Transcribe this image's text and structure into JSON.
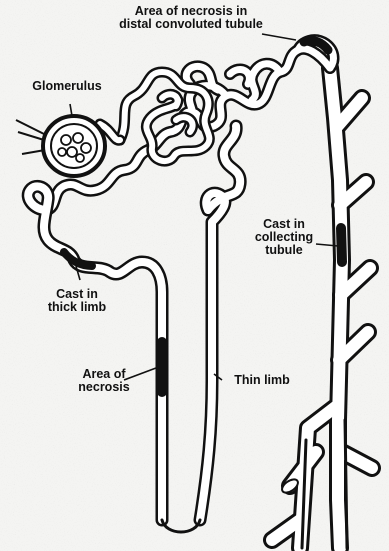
{
  "labels": {
    "distal_necrosis": {
      "line1": "Area of necrosis in",
      "line2": "distal convoluted tubule"
    },
    "glomerulus": "Glomerulus",
    "cast_thick": {
      "line1": "Cast in",
      "line2": "thick limb"
    },
    "cast_collecting": {
      "line1": "Cast in",
      "line2": "collecting",
      "line3": "tubule"
    },
    "necrosis": {
      "line1": "Area of",
      "line2": "necrosis"
    },
    "thin_limb": "Thin limb"
  },
  "colors": {
    "ink": "#111111",
    "tubule_fill": "#ffffff",
    "background": "#f4f4f2"
  }
}
